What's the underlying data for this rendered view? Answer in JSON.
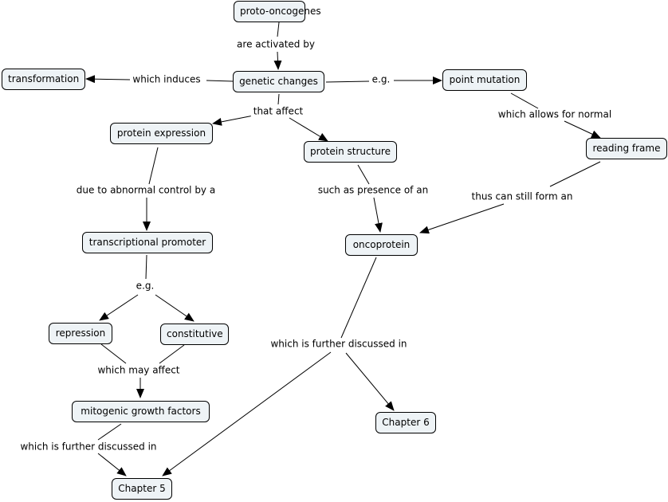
{
  "nodes": {
    "proto_oncogenes": "proto-oncogenes",
    "genetic_changes": "genetic changes",
    "transformation": "transformation",
    "point_mutation": "point mutation",
    "protein_expression": "protein expression",
    "protein_structure": "protein structure",
    "reading_frame": "reading frame",
    "transcriptional_promoter": "transcriptional promoter",
    "oncoprotein": "oncoprotein",
    "repression": "repression",
    "constitutive": "constitutive",
    "mitogenic_growth_factors": "mitogenic growth factors",
    "chapter_6": "Chapter 6",
    "chapter_5": "Chapter 5"
  },
  "links": {
    "are_activated_by": "are activated by",
    "which_induces": "which induces",
    "eg_point": "e.g.",
    "that_affect": "that affect",
    "which_allows_for_normal": "which allows for normal",
    "due_to_abnormal_control": "due to abnormal control by a",
    "such_as_presence_of_an": "such as presence of an",
    "thus_can_still_form_an": "thus can still form an",
    "eg_promoter": "e.g.",
    "which_is_further_discussed_in_onco": "which is further discussed in",
    "which_may_affect": "which may affect",
    "which_is_further_discussed_in_mito": "which is further discussed in"
  }
}
